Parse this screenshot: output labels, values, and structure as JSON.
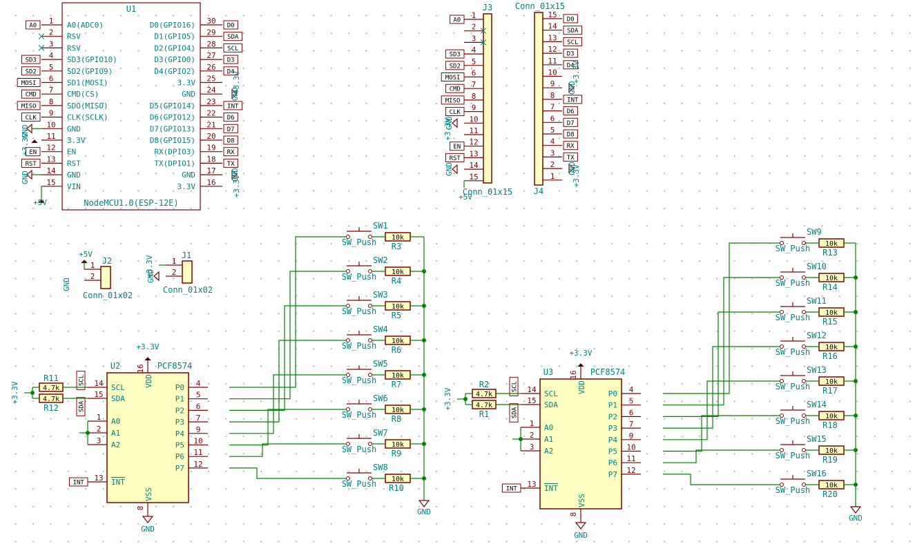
{
  "u1": {
    "ref": "U1",
    "value": "NodeMCU1.0(ESP-12E)",
    "left_pins": [
      {
        "num": "1",
        "name": "A0(ADC0)",
        "label": "A0"
      },
      {
        "num": "2",
        "name": "RSV",
        "label": ""
      },
      {
        "num": "3",
        "name": "RSV",
        "label": ""
      },
      {
        "num": "4",
        "name": "SD3(GPIO10)",
        "label": "SD3"
      },
      {
        "num": "5",
        "name": "SD2(GPIO9)",
        "label": "SD2"
      },
      {
        "num": "6",
        "name": "SD1(MOSI)",
        "label": "MOSI"
      },
      {
        "num": "7",
        "name": "CMD(CS)",
        "label": "CMD"
      },
      {
        "num": "8",
        "name": "SDO(MISO)",
        "label": "MISO"
      },
      {
        "num": "9",
        "name": "CLK(SCLK)",
        "label": "CLK"
      },
      {
        "num": "10",
        "name": "GND",
        "label": ""
      },
      {
        "num": "11",
        "name": "3.3V",
        "label": ""
      },
      {
        "num": "12",
        "name": "EN",
        "label": "EN"
      },
      {
        "num": "13",
        "name": "RST",
        "label": "RST"
      },
      {
        "num": "14",
        "name": "GND",
        "label": ""
      },
      {
        "num": "15",
        "name": "VIN",
        "label": ""
      }
    ],
    "right_pins": [
      {
        "num": "30",
        "name": "D0(GPIO16)",
        "label": "D0"
      },
      {
        "num": "29",
        "name": "D1(GPIO5)",
        "label": "SDA"
      },
      {
        "num": "28",
        "name": "D2(GPIO4)",
        "label": "SCL"
      },
      {
        "num": "27",
        "name": "D3(GPIO0)",
        "label": "D3"
      },
      {
        "num": "26",
        "name": "D4(GPIO2)",
        "label": "D4"
      },
      {
        "num": "25",
        "name": "3.3V",
        "label": ""
      },
      {
        "num": "24",
        "name": "GND",
        "label": ""
      },
      {
        "num": "23",
        "name": "D5(GPIO14)",
        "label": "INT"
      },
      {
        "num": "22",
        "name": "D6(GPIO12)",
        "label": "D6"
      },
      {
        "num": "21",
        "name": "D7(GPIO13)",
        "label": "D7"
      },
      {
        "num": "20",
        "name": "D8(GPIO15)",
        "label": "D8"
      },
      {
        "num": "19",
        "name": "RX(DPIO3)",
        "label": "RX"
      },
      {
        "num": "18",
        "name": "TX(DPIO1)",
        "label": "TX"
      },
      {
        "num": "17",
        "name": "GND",
        "label": ""
      },
      {
        "num": "16",
        "name": "3.3V",
        "label": ""
      }
    ],
    "vin_power": "+5V"
  },
  "j3": {
    "ref": "J3",
    "value": "Conn_01x15",
    "pins": [
      {
        "num": "1",
        "label": "A0"
      },
      {
        "num": "2",
        "label": ""
      },
      {
        "num": "3",
        "label": ""
      },
      {
        "num": "4",
        "label": "SD3"
      },
      {
        "num": "5",
        "label": "SD2"
      },
      {
        "num": "6",
        "label": "MOSI"
      },
      {
        "num": "7",
        "label": "CMD"
      },
      {
        "num": "8",
        "label": "MISO"
      },
      {
        "num": "9",
        "label": "CLK"
      },
      {
        "num": "10",
        "label": ""
      },
      {
        "num": "11",
        "label": ""
      },
      {
        "num": "12",
        "label": "EN"
      },
      {
        "num": "13",
        "label": "RST"
      },
      {
        "num": "14",
        "label": ""
      },
      {
        "num": "15",
        "label": ""
      }
    ],
    "power_bottom": "+5V"
  },
  "j4": {
    "ref": "J4",
    "value": "Conn_01x15",
    "pins": [
      {
        "num": "15",
        "label": "D0"
      },
      {
        "num": "14",
        "label": "SDA"
      },
      {
        "num": "13",
        "label": "SCL"
      },
      {
        "num": "12",
        "label": "D3"
      },
      {
        "num": "11",
        "label": "D4"
      },
      {
        "num": "10",
        "label": ""
      },
      {
        "num": "9",
        "label": ""
      },
      {
        "num": "8",
        "label": "INT"
      },
      {
        "num": "7",
        "label": "D6"
      },
      {
        "num": "6",
        "label": "D7"
      },
      {
        "num": "5",
        "label": "D8"
      },
      {
        "num": "4",
        "label": "RX"
      },
      {
        "num": "3",
        "label": "TX"
      },
      {
        "num": "2",
        "label": ""
      },
      {
        "num": "1",
        "label": ""
      }
    ]
  },
  "power": {
    "gnd": "GND",
    "v33": "+3.3V",
    "v5": "+5V"
  },
  "j2": {
    "ref": "J2",
    "value": "Conn_01x02",
    "pin1": "1",
    "pin2": "2"
  },
  "j1": {
    "ref": "J1",
    "value": "Conn_01x02",
    "pin1": "1",
    "pin2": "2"
  },
  "u2": {
    "ref": "U2",
    "value": "PCF8574",
    "left": [
      {
        "num": "14",
        "name": "SCL"
      },
      {
        "num": "15",
        "name": "SDA"
      },
      {
        "num": "1",
        "name": "A0"
      },
      {
        "num": "2",
        "name": "A1"
      },
      {
        "num": "3",
        "name": "A2"
      },
      {
        "num": "13",
        "name": "INT"
      }
    ],
    "right": [
      {
        "num": "4",
        "name": "P0"
      },
      {
        "num": "5",
        "name": "P1"
      },
      {
        "num": "6",
        "name": "P2"
      },
      {
        "num": "7",
        "name": "P3"
      },
      {
        "num": "9",
        "name": "P4"
      },
      {
        "num": "10",
        "name": "P5"
      },
      {
        "num": "11",
        "name": "P6"
      },
      {
        "num": "12",
        "name": "P7"
      }
    ],
    "top": {
      "num": "16",
      "name": "VDD"
    },
    "bottom": {
      "num": "8",
      "name": "VSS"
    },
    "scl_label": "SCL",
    "sda_label": "SDA",
    "int_label": "INT",
    "pullups": [
      {
        "ref": "R11",
        "value": "4.7k"
      },
      {
        "ref": "R12",
        "value": "4.7k"
      }
    ]
  },
  "u3": {
    "ref": "U3",
    "value": "PCF8574",
    "left": [
      {
        "num": "14",
        "name": "SCL"
      },
      {
        "num": "15",
        "name": "SDA"
      },
      {
        "num": "1",
        "name": "A0"
      },
      {
        "num": "2",
        "name": "A1"
      },
      {
        "num": "3",
        "name": "A2"
      },
      {
        "num": "13",
        "name": "INT"
      }
    ],
    "right": [
      {
        "num": "4",
        "name": "P0"
      },
      {
        "num": "5",
        "name": "P1"
      },
      {
        "num": "6",
        "name": "P2"
      },
      {
        "num": "7",
        "name": "P3"
      },
      {
        "num": "9",
        "name": "P4"
      },
      {
        "num": "10",
        "name": "P5"
      },
      {
        "num": "11",
        "name": "P6"
      },
      {
        "num": "12",
        "name": "P7"
      }
    ],
    "top": {
      "num": "16",
      "name": "VDD"
    },
    "bottom": {
      "num": "8",
      "name": "VSS"
    },
    "scl_label": "SCL",
    "sda_label": "SDA",
    "int_label": "INT",
    "pullups": [
      {
        "ref": "R2",
        "value": "4.7k"
      },
      {
        "ref": "R1",
        "value": "4.7k"
      }
    ]
  },
  "switches_left": [
    {
      "sw": "SW1",
      "val": "SW_Push",
      "r": "R3",
      "rv": "10k"
    },
    {
      "sw": "SW2",
      "val": "SW_Push",
      "r": "R4",
      "rv": "10k"
    },
    {
      "sw": "SW3",
      "val": "SW_Push",
      "r": "R5",
      "rv": "10k"
    },
    {
      "sw": "SW4",
      "val": "SW_Push",
      "r": "R6",
      "rv": "10k"
    },
    {
      "sw": "SW5",
      "val": "SW_Push",
      "r": "R7",
      "rv": "10k"
    },
    {
      "sw": "SW6",
      "val": "SW_Push",
      "r": "R8",
      "rv": "10k"
    },
    {
      "sw": "SW7",
      "val": "SW_Push",
      "r": "R9",
      "rv": "10k"
    },
    {
      "sw": "SW8",
      "val": "SW_Push",
      "r": "R10",
      "rv": "10k"
    }
  ],
  "switches_right": [
    {
      "sw": "SW9",
      "val": "SW_Push",
      "r": "R13",
      "rv": "10k"
    },
    {
      "sw": "SW10",
      "val": "SW_Push",
      "r": "R14",
      "rv": "10k"
    },
    {
      "sw": "SW11",
      "val": "SW_Push",
      "r": "R15",
      "rv": "10k"
    },
    {
      "sw": "SW12",
      "val": "SW_Push",
      "r": "R16",
      "rv": "10k"
    },
    {
      "sw": "SW13",
      "val": "SW_Push",
      "r": "R17",
      "rv": "10k"
    },
    {
      "sw": "SW14",
      "val": "SW_Push",
      "r": "R18",
      "rv": "10k"
    },
    {
      "sw": "SW15",
      "val": "SW_Push",
      "r": "R19",
      "rv": "10k"
    },
    {
      "sw": "SW16",
      "val": "SW_Push",
      "r": "R20",
      "rv": "10k"
    }
  ]
}
